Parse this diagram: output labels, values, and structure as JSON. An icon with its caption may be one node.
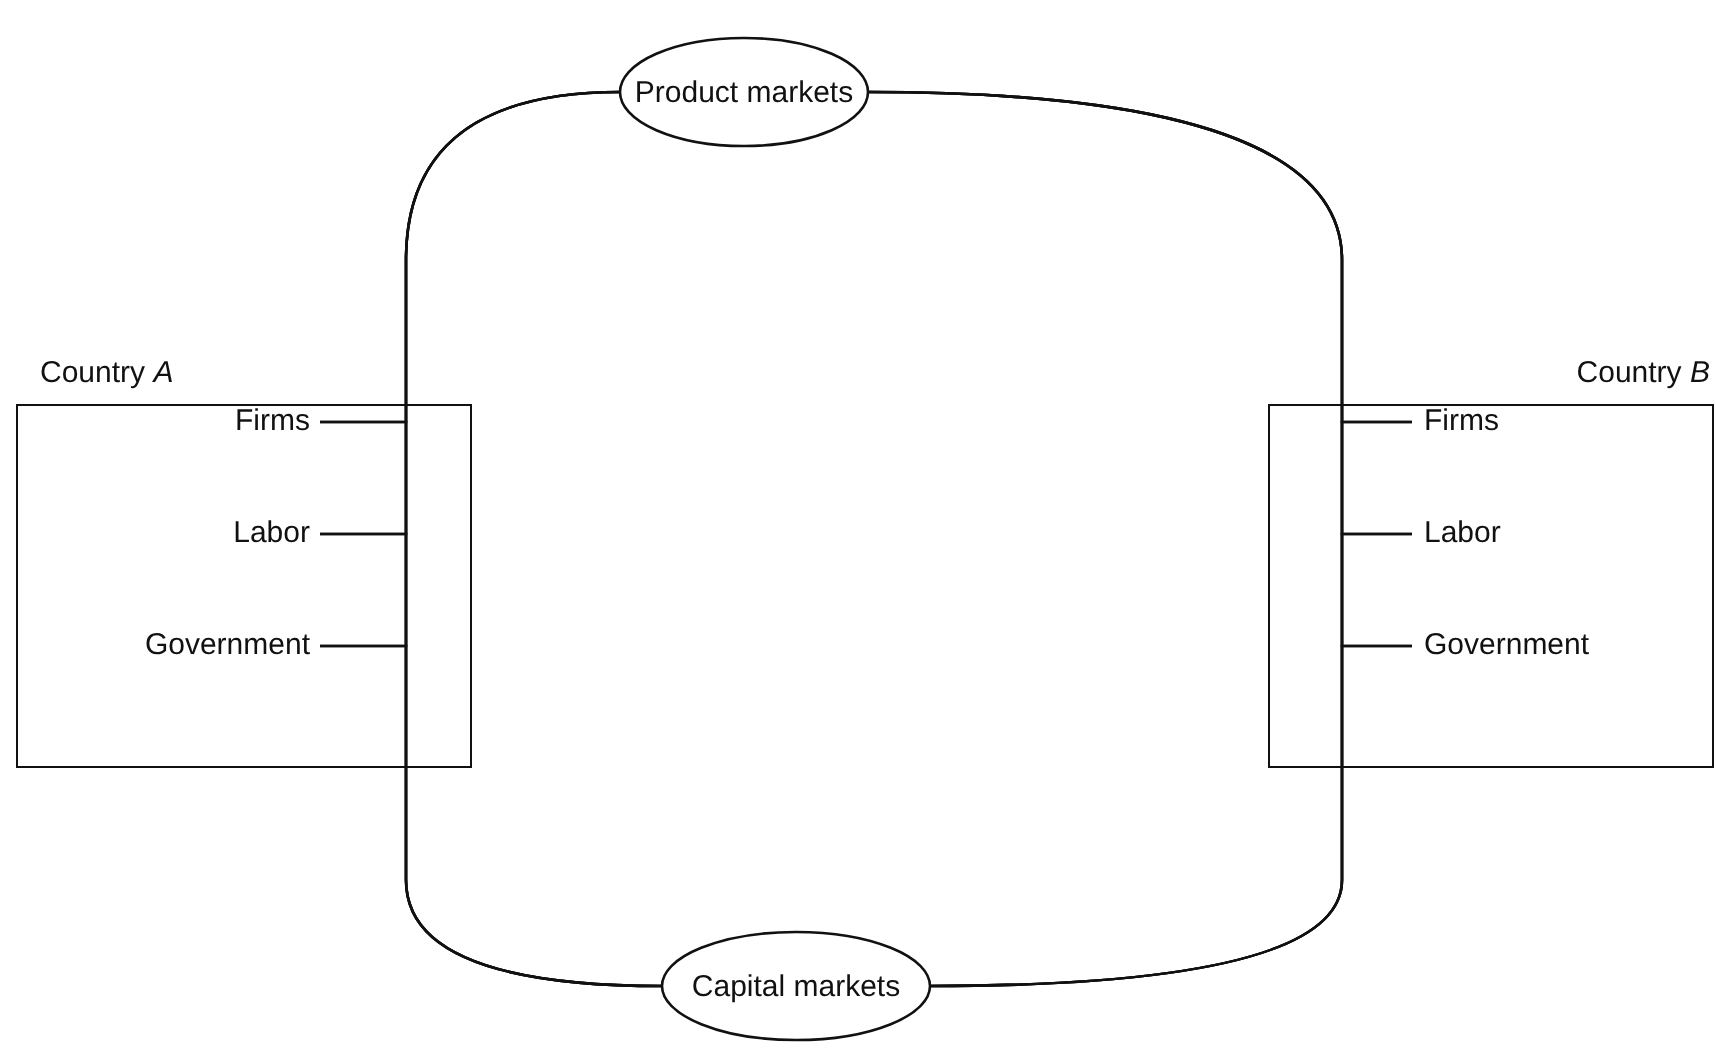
{
  "diagram": {
    "nodes": [
      {
        "text": [
          "Country *A*"
        ]
      },
      {
        "text": [
          "Firms"
        ],
        "in": 0
      },
      {
        "text": [
          "Labor"
        ],
        "in": 0
      },
      {
        "text": [
          "Government"
        ],
        "in": 0
      },
      {
        "text": [
          "Product markets"
        ]
      },
      {
        "text": [
          "Capital markets"
        ]
      },
      {
        "text": [
          "Country *B*"
        ]
      },
      {
        "text": [
          "Firms"
        ],
        "in": 6
      },
      {
        "text": [
          "Labor"
        ],
        "in": 6
      },
      {
        "text": [
          "Government"
        ],
        "in": 6
      }
    ],
    "edges": [
      {
        "from": 1,
        "to": 4,
        "arrow": "none"
      },
      {
        "from": 2,
        "to": 4,
        "arrow": "none"
      },
      {
        "from": 3,
        "to": 4,
        "arrow": "none"
      },
      {
        "from": 1,
        "to": 5,
        "arrow": "none"
      },
      {
        "from": 2,
        "to": 5,
        "arrow": "none"
      },
      {
        "from": 3,
        "to": 5,
        "arrow": "none"
      },
      {
        "from": 7,
        "to": 4,
        "arrow": "none"
      },
      {
        "from": 8,
        "to": 4,
        "arrow": "none"
      },
      {
        "from": 9,
        "to": 4,
        "arrow": "none"
      },
      {
        "from": 7,
        "to": 5,
        "arrow": "none"
      },
      {
        "from": 8,
        "to": 5,
        "arrow": "none"
      },
      {
        "from": 9,
        "to": 5,
        "arrow": "none"
      }
    ]
  }
}
